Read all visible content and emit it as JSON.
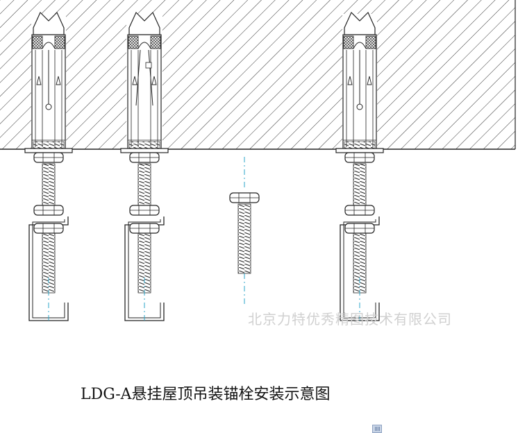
{
  "title": "LDG-A悬挂屋顶吊装锚栓安装示意图",
  "watermark": "北京力特优秀精图技术有限公司",
  "colors": {
    "line": "#222222",
    "background": "#ffffff",
    "centerline": "#2aa6c8",
    "watermark": "#d0d0d0"
  },
  "assemblies": [
    {
      "id": "anchor-1",
      "type": "anchor-with-hanger",
      "state": "installed"
    },
    {
      "id": "anchor-2",
      "type": "anchor-with-hanger",
      "state": "expanded"
    },
    {
      "id": "bolt-3",
      "type": "loose-bolt",
      "state": "separate"
    },
    {
      "id": "anchor-4",
      "type": "anchor-with-hanger",
      "state": "installed"
    }
  ],
  "icons": {
    "scroll": "scrollbar-thumb-icon"
  }
}
